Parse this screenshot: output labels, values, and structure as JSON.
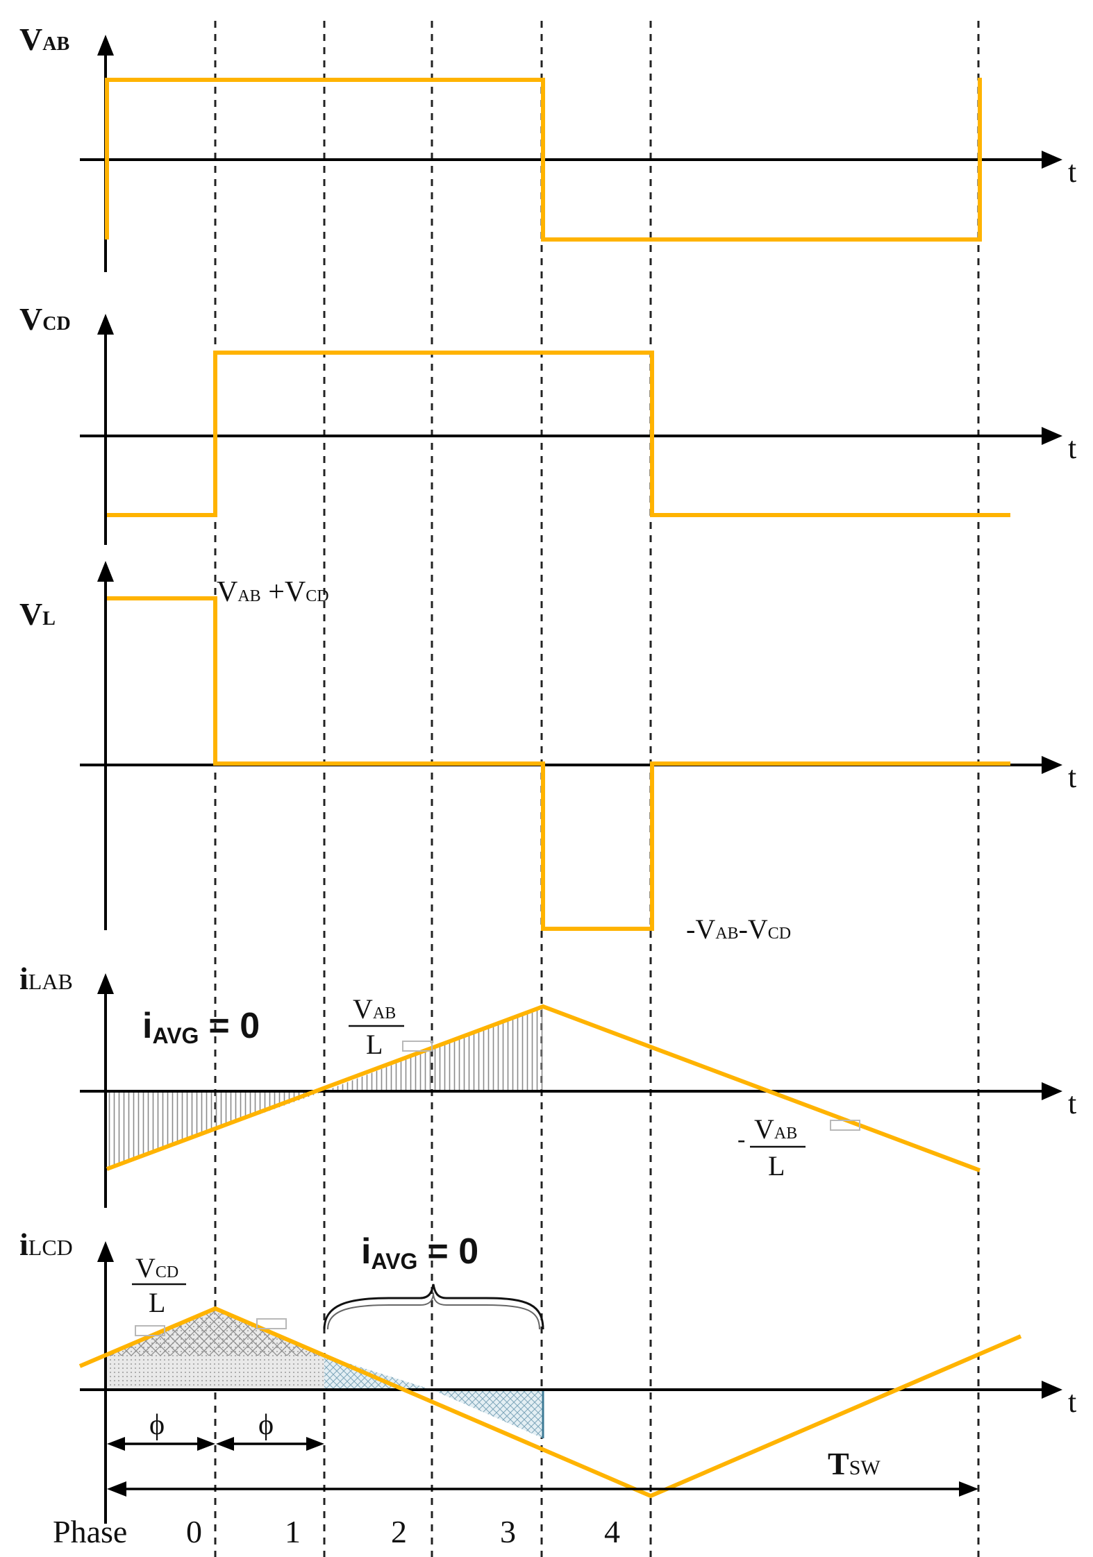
{
  "colors": {
    "waveform": "#FFB300",
    "axes": "#000000",
    "grid": "#222222",
    "hatch": "#8a8a8a",
    "hatch_blue": "#6d97ad"
  },
  "plots": {
    "vab": {
      "label_main": "V",
      "label_sub": "AB",
      "t_label": "t"
    },
    "vcd": {
      "label_main": "V",
      "label_sub": "CD",
      "t_label": "t"
    },
    "vl": {
      "label_main": "V",
      "label_sub": "L",
      "t_label": "t"
    },
    "ilab": {
      "label_main": "i",
      "label_sub": "LAB",
      "t_label": "t"
    },
    "ilcd": {
      "label_main": "i",
      "label_sub": "LCD",
      "t_label": "t"
    }
  },
  "annotations": {
    "vl_pos_main1": "V",
    "vl_pos_sub1": "AB",
    "vl_pos_mid": " +V",
    "vl_pos_sub2": "CD",
    "vl_neg_main1": "-V",
    "vl_neg_sub1": "AB",
    "vl_neg_mid": "-V",
    "vl_neg_sub2": "CD",
    "ilab_avg_main": "i",
    "ilab_avg_sub": "AVG",
    "ilab_avg_eq": "= 0",
    "ilab_slope_num_main": "V",
    "ilab_slope_num_sub": "AB",
    "ilab_slope_den": "L",
    "ilab_negslope_sign": "-",
    "ilab_negslope_num_main": "V",
    "ilab_negslope_num_sub": "AB",
    "ilab_negslope_den": "L",
    "ilcd_slope_num_main": "V",
    "ilcd_slope_num_sub": "CD",
    "ilcd_slope_den": "L",
    "ilcd_avg_main": "i",
    "ilcd_avg_sub": "AVG",
    "ilcd_avg_eq": "= 0",
    "phi_1": "ϕ",
    "phi_2": "ϕ",
    "tsw_main": "T",
    "tsw_sub": "SW"
  },
  "phases": {
    "title": "Phase",
    "labels": [
      "0",
      "1",
      "2",
      "3",
      "4"
    ]
  }
}
